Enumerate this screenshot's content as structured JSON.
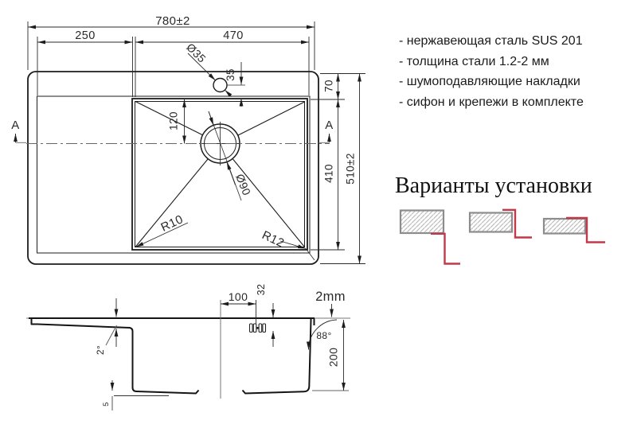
{
  "drawing": {
    "top_view": {
      "overall_width": "780±2",
      "drainer_width": "250",
      "bowl_width": "470",
      "faucet_hole_diameter": "Ø35",
      "faucet_offset": "35",
      "rim_to_bowl": "70",
      "drain_from_top": "120",
      "drain_diameter": "Ø90",
      "bowl_length": "410",
      "overall_depth": "510±2",
      "corner_radius_left": "R10",
      "corner_radius_right": "R12",
      "section_letter": "A"
    },
    "section_view": {
      "drain_offset": "100",
      "drain_boss_height": "32",
      "steel_thickness": "2mm",
      "wall_angle": "88°",
      "bowl_depth": "200",
      "drainer_slope": "2°",
      "bottom_gap": "5"
    }
  },
  "features": {
    "items": [
      "- нержавеющая сталь SUS 201",
      "- толщина стали 1.2-2 мм",
      "- шумоподавляющие накладки",
      "- сифон и крепежи в комплекте"
    ]
  },
  "installation": {
    "heading": "Варианты установки",
    "options": [
      "overmount",
      "flush-mount",
      "undermount"
    ]
  },
  "colors": {
    "line": "#1c1c1c",
    "dimension": "#2a2a2a",
    "accent_red": "#c2394a",
    "hatch_line": "#b5b5b5",
    "hatch_border": "#8c8c8c",
    "section_marker": "#888888"
  }
}
